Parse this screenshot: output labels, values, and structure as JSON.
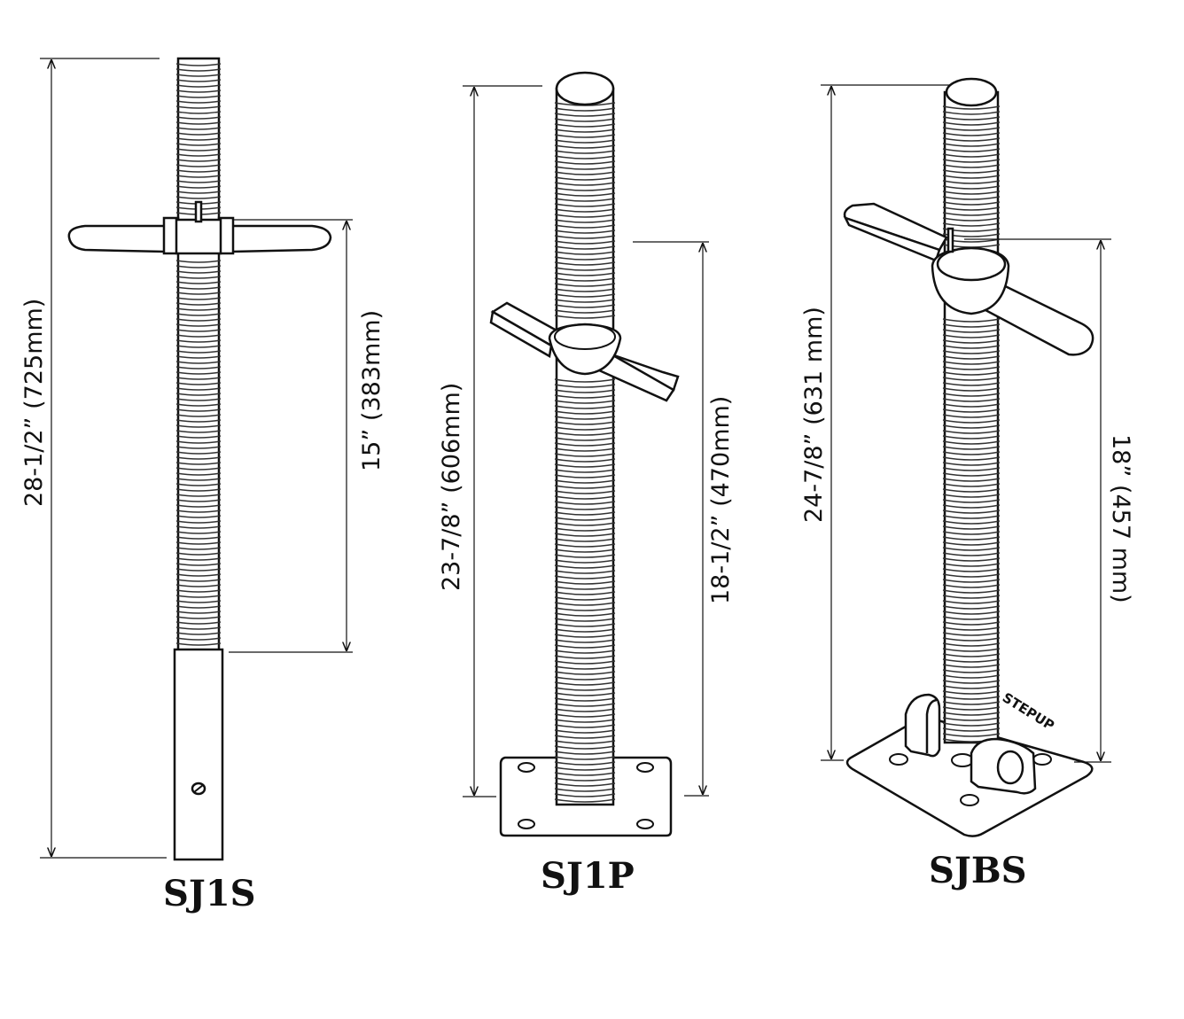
{
  "jacks": [
    {
      "model": "SJ1S",
      "overall_dim": "28-1/2” (725mm)",
      "thread_dim": "15” (383mm)"
    },
    {
      "model": "SJ1P",
      "overall_dim": "23-7/8” (606mm)",
      "thread_dim": "18-1/2” (470mm)"
    },
    {
      "model": "SJBS",
      "overall_dim": "24-7/8” (631 mm)",
      "thread_dim": "18” (457 mm)",
      "brand_mark": "STEPUP"
    }
  ]
}
